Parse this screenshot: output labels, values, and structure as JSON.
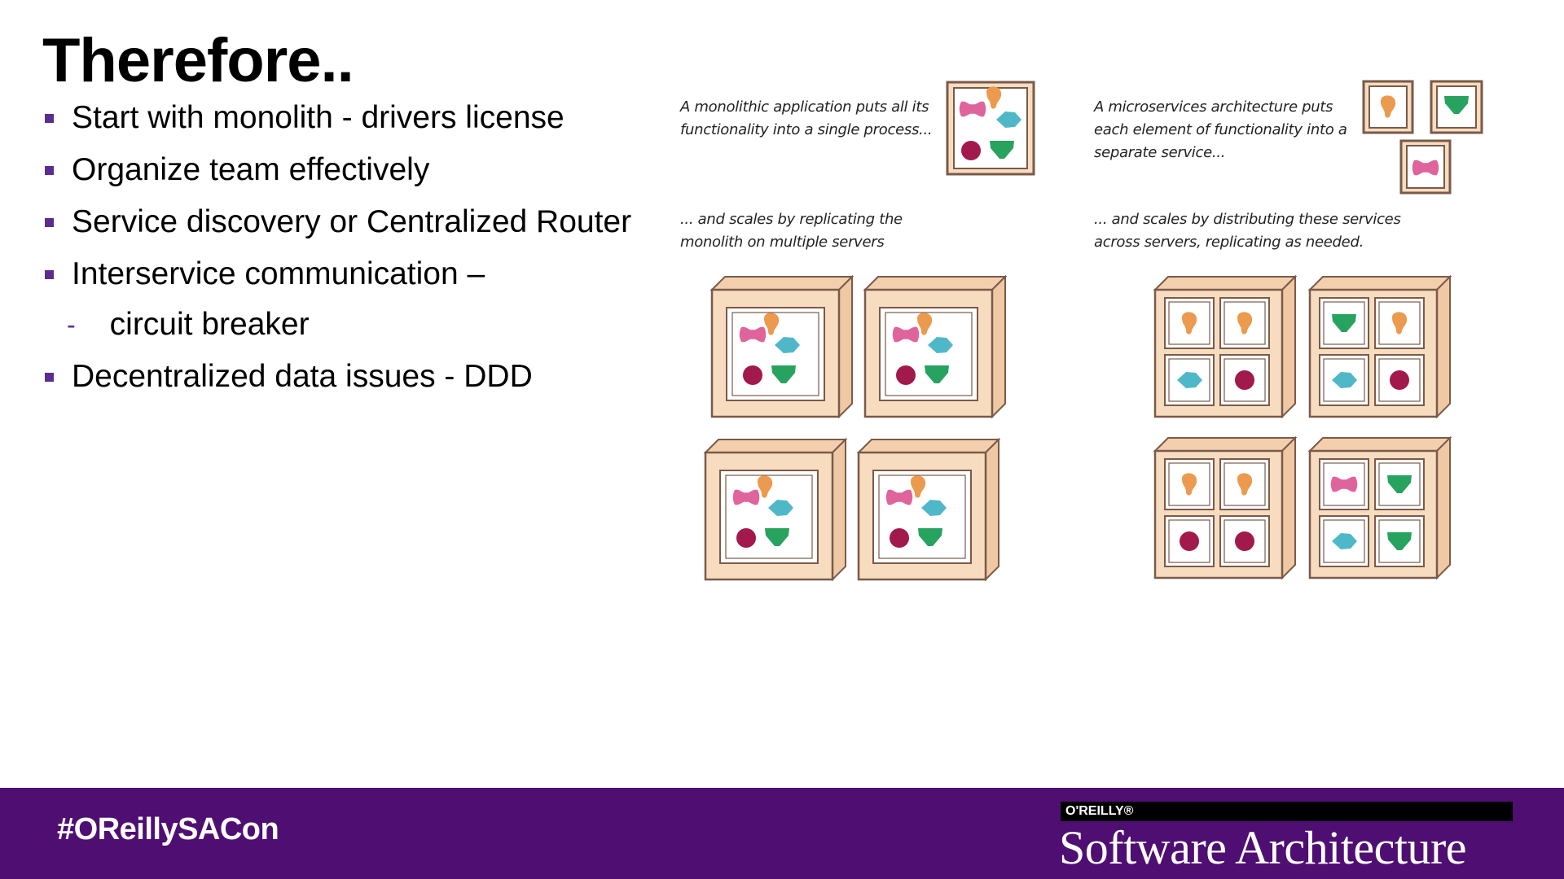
{
  "slide": {
    "title": "Therefore..",
    "bullets": [
      {
        "text": "Start with monolith - drivers license",
        "level": 1
      },
      {
        "text": "Organize team effectively",
        "level": 1
      },
      {
        "text": "Service discovery or Centralized Router",
        "level": 1
      },
      {
        "text": "Interservice communication –",
        "level": 1
      },
      {
        "text": "circuit breaker",
        "level": 2
      },
      {
        "text": "Decentralized data issues - DDD",
        "level": 1
      }
    ],
    "sub_marker": "-"
  },
  "diagram": {
    "monolith_caption_top": [
      "A monolithic application puts all its",
      "functionality into a single process..."
    ],
    "monolith_caption_scale": [
      "... and scales by replicating the",
      "monolith on multiple servers"
    ],
    "micro_caption_top": [
      "A microservices architecture puts",
      "each element of functionality into a",
      "separate service..."
    ],
    "micro_caption_scale": [
      "... and scales by distributing these services",
      "across servers, replicating as needed."
    ],
    "server_counts": {
      "monolith_servers": 4,
      "microservice_servers": 4
    },
    "microservice_server_contents": [
      [
        "orange",
        "orange",
        "teal",
        "crimson"
      ],
      [
        "green",
        "orange",
        "teal",
        "crimson"
      ],
      [
        "orange",
        "orange",
        "crimson",
        "crimson"
      ],
      [
        "pink",
        "green",
        "teal",
        "green"
      ]
    ],
    "colors": {
      "box_fill": "#f8dcc0",
      "box_stroke": "#7a5a4a",
      "orange": "#ec9a4e",
      "pink": "#e0649c",
      "teal": "#4fb8c8",
      "crimson": "#a2194b",
      "green": "#27a35f"
    }
  },
  "footer": {
    "hashtag": "#OReillySACon",
    "publisher": "O'REILLY®",
    "event": "Software Architecture",
    "background": "#4f0f72"
  }
}
